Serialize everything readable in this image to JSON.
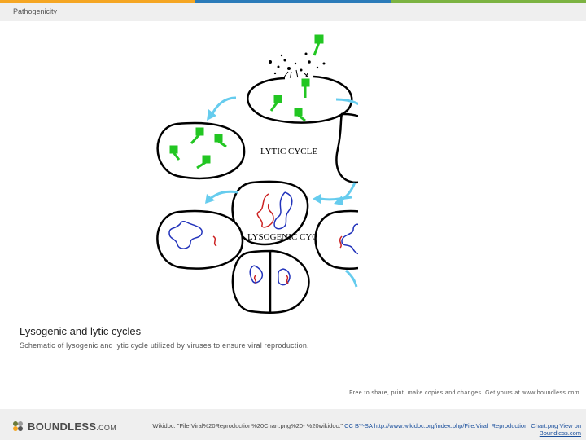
{
  "header": {
    "title": "Pathogenicity"
  },
  "diagram": {
    "lytic_label": "LYTIC CYCLE",
    "lysogenic_label": "LYSOGENIC CYCLE"
  },
  "caption": {
    "title": "Lysogenic and lytic cycles",
    "text": "Schematic of lysogenic and lytic cycle utilized by viruses to ensure viral reproduction."
  },
  "footer": {
    "logo": "BOUNDLESS",
    "logo_suffix": ".COM",
    "free_text": "Free to share, print, make copies and changes. Get yours at www.boundless.com",
    "source_prefix": "Wikidoc. \"File:Viral%20Reproduction%20Chart.png%20- %20wikidoc.\"",
    "license": "CC BY-SA",
    "url": "http://www.wikidoc.org/index.php/File:Viral_Reproduction_Chart.png",
    "view_on": "View on Boundless.com"
  },
  "colors": {
    "topbar": [
      "#f5a623",
      "#2b7bb9",
      "#7cb342"
    ],
    "phage": "#22c622",
    "arrow": "#66ccee",
    "dna_red": "#cc2222",
    "dna_blue": "#2233bb"
  }
}
